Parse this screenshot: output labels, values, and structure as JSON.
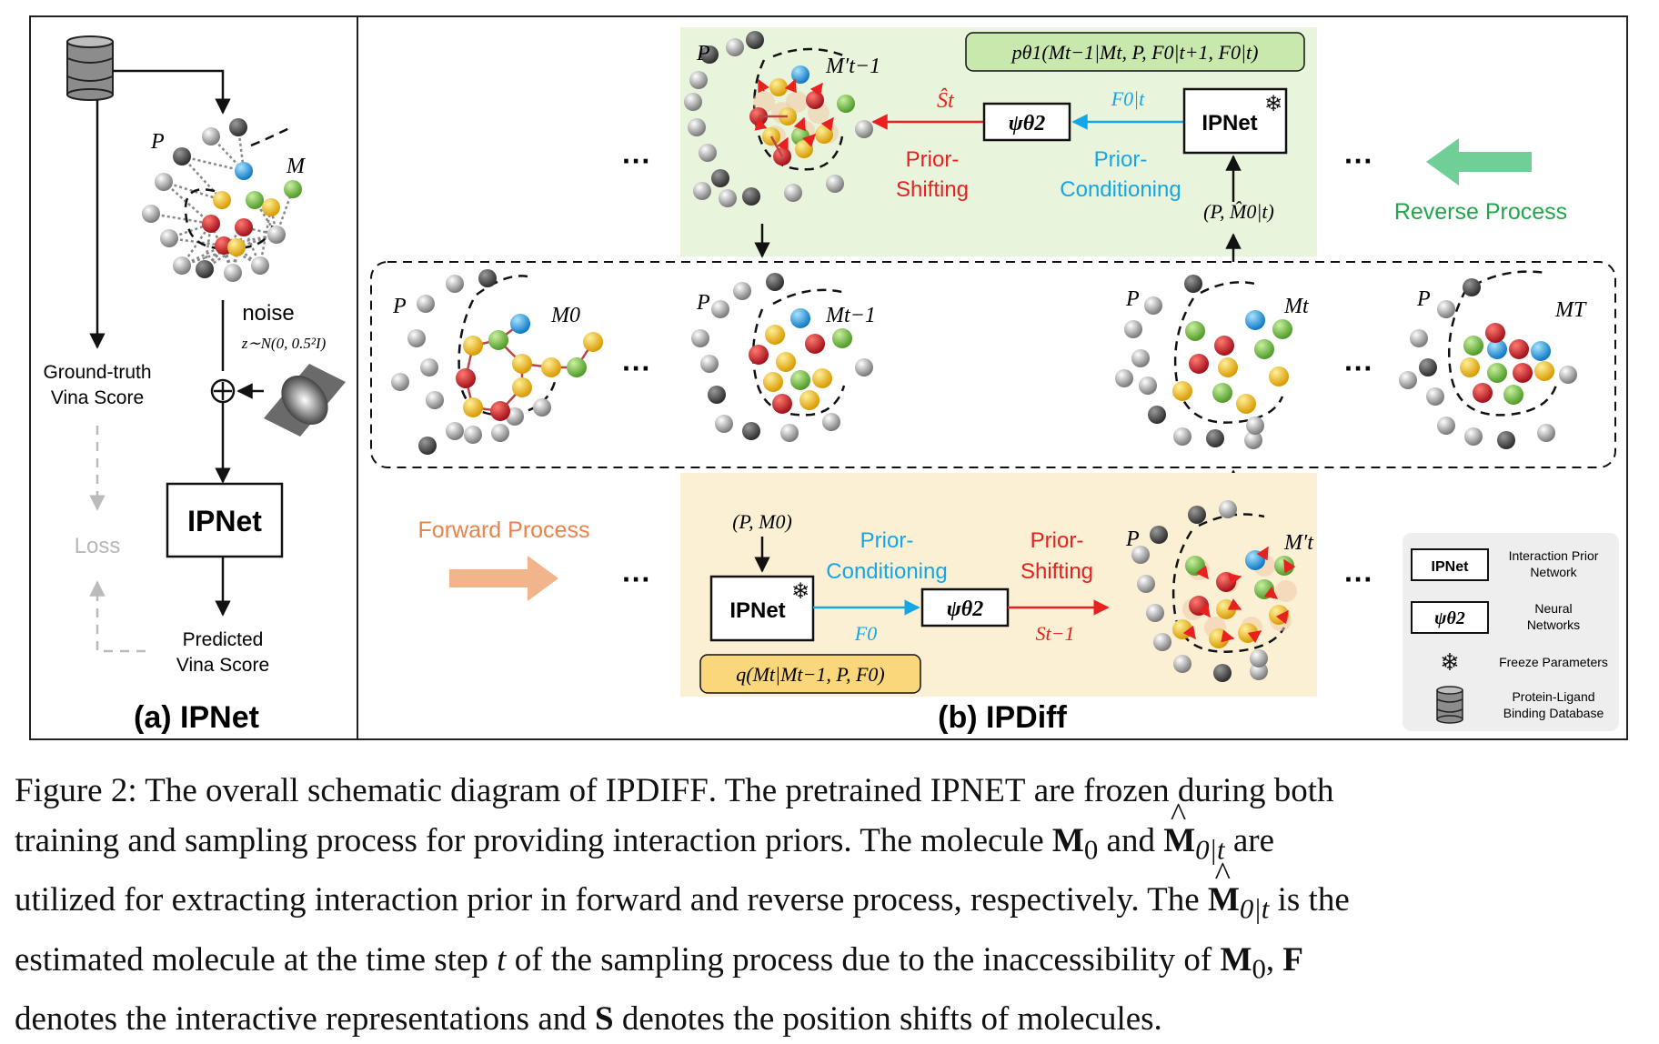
{
  "panel_a": {
    "caption": "(a) IPNet",
    "labels": {
      "P": "P",
      "M": "M",
      "noise": "noise",
      "noise_dist": "z∼N(0, 0.5²I)",
      "gt_vina": [
        "Ground-truth",
        "Vina Score"
      ],
      "loss": "Loss",
      "ipnet": "IPNet",
      "pred_vina": [
        "Predicted",
        "Vina Score"
      ]
    }
  },
  "panel_b": {
    "caption": "(b) IPDiff",
    "reverse": {
      "formula": "pθ1(Mt−1|Mt, P, F0|t+1, F0|t)",
      "s_hat": "Ŝt",
      "psi": "ψθ2",
      "f0t": "F0|t",
      "ipnet": "IPNet",
      "prior_shifting": [
        "Prior-",
        "Shifting"
      ],
      "prior_conditioning": [
        "Prior-",
        "Conditioning"
      ],
      "input": "(P, M̂0|t)",
      "process_label": "Reverse Process",
      "P": "P",
      "M": "M′t−1"
    },
    "chain": {
      "states": [
        {
          "P": "P",
          "M": "M0"
        },
        {
          "P": "P",
          "M": "Mt−1"
        },
        {
          "P": "P",
          "M": "Mt"
        },
        {
          "P": "P",
          "M": "MT"
        }
      ],
      "ellipsis": "···"
    },
    "forward": {
      "process_label": "Forward Process",
      "input": "(P, M0)",
      "ipnet": "IPNet",
      "prior_conditioning": [
        "Prior-",
        "Conditioning"
      ],
      "prior_shifting": [
        "Prior-",
        "Shifting"
      ],
      "psi": "ψθ2",
      "f0": "F0",
      "s": "St−1",
      "formula": "q(Mt|Mt−1, P, F0)",
      "P": "P",
      "M": "M′t"
    },
    "legend": [
      {
        "key": "IPNet",
        "text": [
          "Interaction Prior",
          "Network"
        ]
      },
      {
        "key": "ψθ2",
        "text": [
          "Neural",
          "Networks"
        ]
      },
      {
        "key": "snowflake-icon",
        "text": [
          "Freeze Parameters"
        ]
      },
      {
        "key": "database-icon",
        "text": [
          "Protein-Ligand",
          "Binding Database"
        ]
      }
    ]
  },
  "colors": {
    "reverse_bg": "#e9f4dc",
    "forward_bg": "#fbf0d4",
    "formula_reverse_bg": "#c9e8ae",
    "formula_forward_bg": "#f9d77a",
    "forward_arrow": "#f2b48b",
    "reverse_arrow": "#6fcf97",
    "reverse_text": "#21a64b",
    "forward_text": "#e8834a",
    "red": "#e8201f",
    "blue": "#16a6e6",
    "legend_bg": "#eeeeee"
  },
  "caption": {
    "lines": [
      [
        "Figure 2: The overall schematic diagram of IPD",
        "IFF",
        ". The pretrained IPN",
        "ET",
        " are frozen during both"
      ],
      [
        "training and sampling process for providing interaction priors.  The molecule ",
        "M",
        "0",
        " and ",
        "M",
        "0|t",
        " are"
      ],
      [
        "utilized for extracting interaction prior in forward and reverse process, respectively. The ",
        "M",
        "0|t",
        " is the"
      ],
      [
        "estimated molecule at the time step ",
        "t",
        " of the sampling process due to the inaccessibility of ",
        "M",
        "0",
        ", ",
        "F"
      ],
      [
        "denotes the interactive representations and ",
        "S",
        " denotes the position shifts of molecules."
      ]
    ]
  }
}
